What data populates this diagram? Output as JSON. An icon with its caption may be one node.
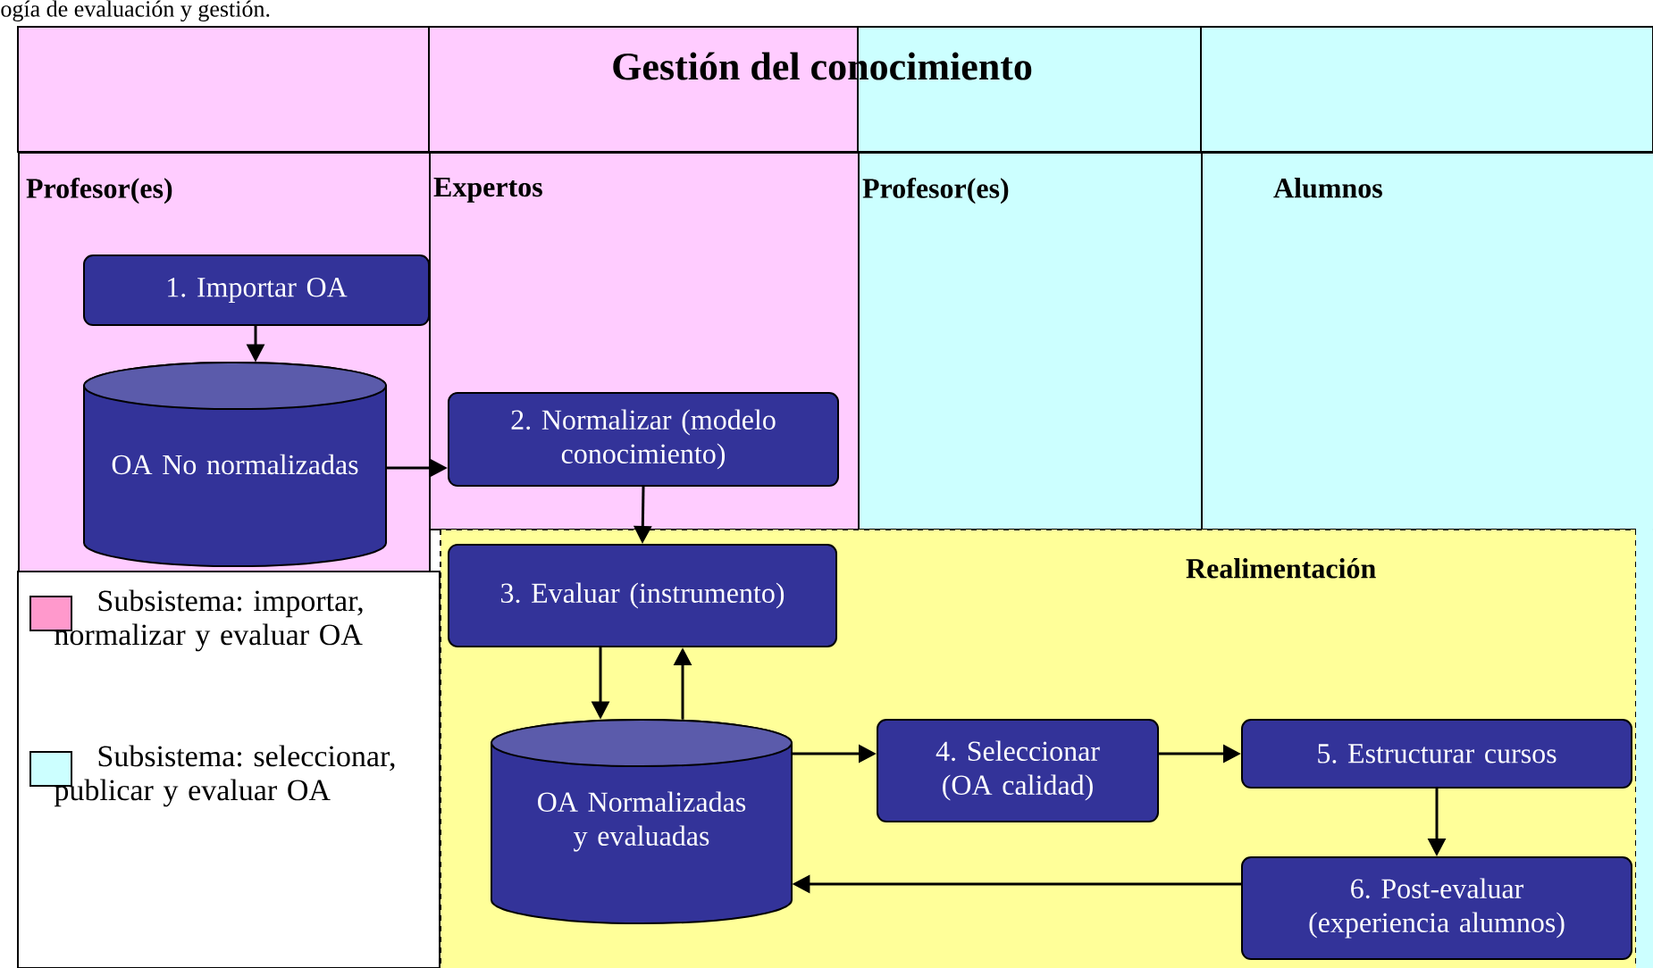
{
  "diagram": {
    "title": "Gestión del conocimiento",
    "nodes": [
      {
        "text": [
          "Profesor(es)"
        ]
      },
      {
        "text": [
          "Expertos"
        ]
      },
      {
        "text": [
          "Profesor(es)"
        ]
      },
      {
        "text": [
          "Alumnos"
        ]
      },
      {
        "text": [
          "Realimentación"
        ]
      },
      {
        "text": [
          "1. Importar OA"
        ],
        "in": 0
      },
      {
        "text": [
          "OA No normalizadas"
        ],
        "in": 0
      },
      {
        "text": [
          "2. Normalizar (modelo conocimiento)"
        ],
        "in": 1
      },
      {
        "text": [
          "3. Evaluar (instrumento)"
        ],
        "in": 4
      },
      {
        "text": [
          "OA Normalizadas y evaluadas"
        ],
        "in": 4
      },
      {
        "text": [
          "4. Seleccionar (OA calidad)"
        ],
        "in": 4
      },
      {
        "text": [
          "5. Estructurar cursos"
        ],
        "in": 4
      },
      {
        "text": [
          "6. Post-evaluar (experiencia alumnos)"
        ],
        "in": 4
      }
    ],
    "edges": [
      {
        "from": 5,
        "to": 6,
        "arrow": "to"
      },
      {
        "from": 6,
        "to": 7,
        "arrow": "to"
      },
      {
        "from": 7,
        "to": 8,
        "arrow": "to"
      },
      {
        "from": 8,
        "to": 9,
        "arrow": "to"
      },
      {
        "from": 9,
        "to": 8,
        "arrow": "to"
      },
      {
        "from": 9,
        "to": 10,
        "arrow": "to"
      },
      {
        "from": 10,
        "to": 11,
        "arrow": "to"
      },
      {
        "from": 11,
        "to": 12,
        "arrow": "to"
      },
      {
        "from": 12,
        "to": 9,
        "arrow": "to"
      }
    ],
    "labels": [
      "ogía de evaluación y gestión."
    ],
    "legend": [
      {
        "text": "Subsistema: importar, normalizar y evaluar OA",
        "color": "#ff99cc"
      },
      {
        "text": "Subsistema: seleccionar, publicar y evaluar OA",
        "color": "#ccffff"
      }
    ]
  }
}
